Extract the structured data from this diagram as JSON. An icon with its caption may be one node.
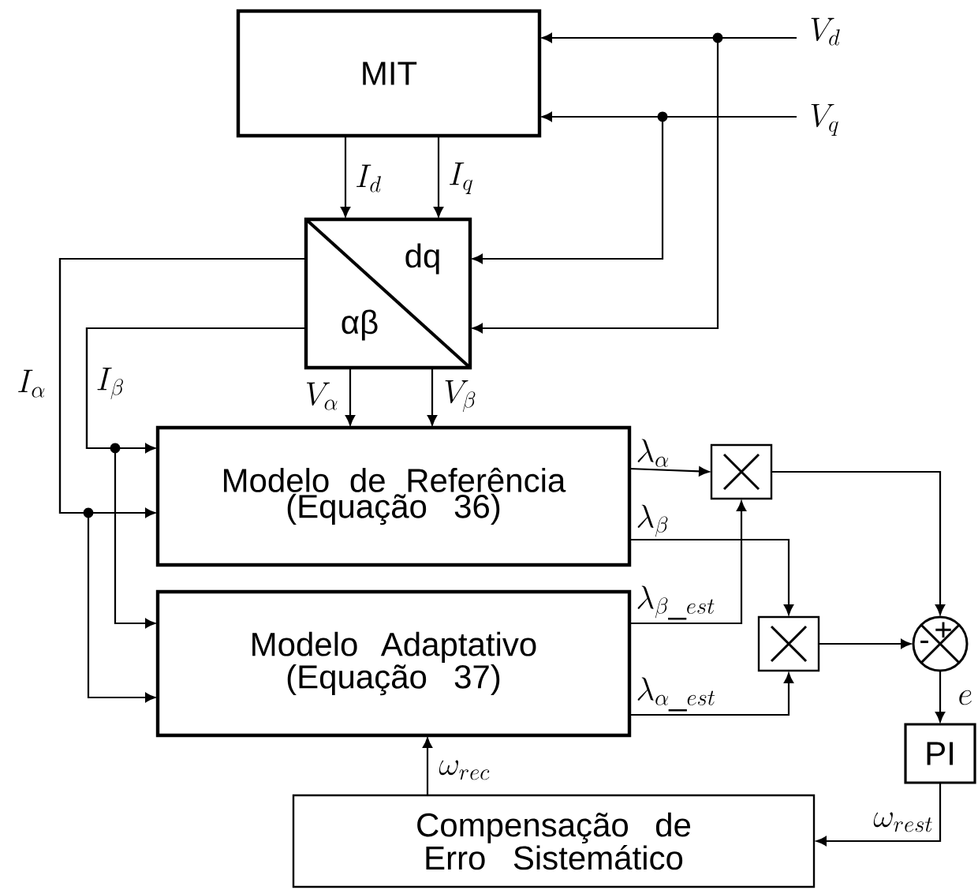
{
  "diagram": {
    "nodes": [
      {
        "text": [
          "MIT"
        ]
      },
      {
        "text": [
          "dq",
          "αβ"
        ]
      },
      {
        "text": [
          "Modelo de Referência (Equação 36)"
        ]
      },
      {
        "text": [
          "Modelo Adaptativo (Equação 37)"
        ]
      },
      {
        "text": [],
        "shape": "box"
      },
      {
        "text": [],
        "shape": "box"
      },
      {
        "text": [
          "+",
          "-"
        ]
      },
      {
        "text": [
          "PI"
        ]
      },
      {
        "text": [
          "Compensação de Erro Sistemático"
        ]
      }
    ],
    "edges": [
      {
        "from": null,
        "to": 0,
        "arrow": "to",
        "label": "V_d"
      },
      {
        "from": null,
        "to": 1,
        "arrow": "to"
      },
      {
        "from": null,
        "to": 0,
        "arrow": "to",
        "label": "V_q"
      },
      {
        "from": null,
        "to": 1,
        "arrow": "to"
      },
      {
        "from": 0,
        "to": 1,
        "arrow": "to",
        "label": "I_d"
      },
      {
        "from": 0,
        "to": 1,
        "arrow": "to",
        "label": "I_q"
      },
      {
        "from": 1,
        "to": 2,
        "arrow": "to",
        "label": "V_\\alpha"
      },
      {
        "from": 1,
        "to": 2,
        "arrow": "to",
        "label": "V_\\beta"
      },
      {
        "from": 1,
        "to": 2,
        "arrow": "to",
        "label": "I_\\alpha"
      },
      {
        "from": 1,
        "to": 3,
        "arrow": "to"
      },
      {
        "from": 1,
        "to": 2,
        "arrow": "to",
        "label": "I_\\beta"
      },
      {
        "from": 1,
        "to": 3,
        "arrow": "to"
      },
      {
        "from": 2,
        "to": 4,
        "arrow": "to",
        "label": "\\lambda_\\alpha"
      },
      {
        "from": 2,
        "to": 5,
        "arrow": "to",
        "label": "\\lambda_\\beta"
      },
      {
        "from": 3,
        "to": 4,
        "arrow": "to",
        "label": "\\lambda_{\\beta\\_est}"
      },
      {
        "from": 3,
        "to": 5,
        "arrow": "to",
        "label": "\\lambda_{\\alpha\\_est}"
      },
      {
        "from": 4,
        "to": 6,
        "arrow": "to"
      },
      {
        "from": 5,
        "to": 6,
        "arrow": "to"
      },
      {
        "from": 6,
        "to": 7,
        "arrow": "to",
        "label": "e"
      },
      {
        "from": 7,
        "to": 8,
        "arrow": "to",
        "label": "\\omega_{rest}"
      },
      {
        "from": 8,
        "to": 3,
        "arrow": "to",
        "label": "\\omega_{rec}"
      }
    ]
  }
}
